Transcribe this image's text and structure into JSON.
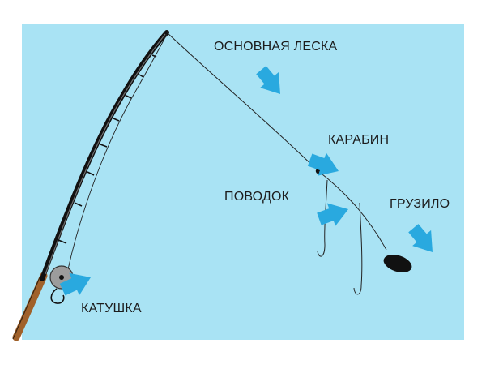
{
  "labels": {
    "main_line": "ОСНОВНАЯ ЛЕСКА",
    "snap": "КАРАБИН",
    "leader": "ПОВОДОК",
    "sinker": "ГРУЗИЛО",
    "reel": "КАТУШКА"
  },
  "colors": {
    "background": "#a9e3f4",
    "arrow": "#29a9df",
    "rod_blank": "#111111",
    "rod_handle": "#a0612a",
    "line": "#222222",
    "reel": "#9c9c9c"
  },
  "icons": {
    "pointer": "arrow-pointer-icon"
  }
}
